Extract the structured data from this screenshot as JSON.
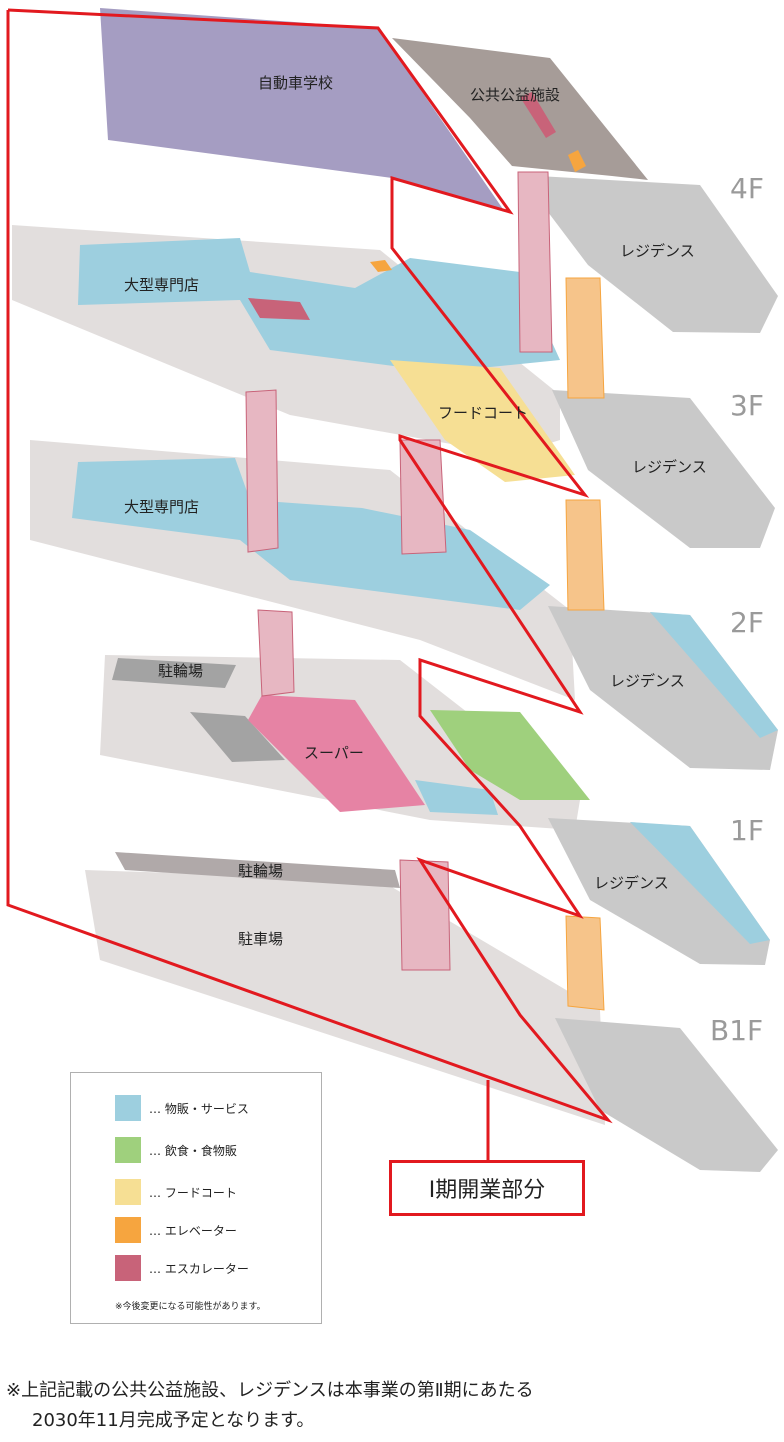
{
  "floors": {
    "f4": "4F",
    "f3": "3F",
    "f2": "2F",
    "f1": "1F",
    "b1": "B1F"
  },
  "areas": {
    "driving_school": "自動車学校",
    "public_facility": "公共公益施設",
    "residence_4f": "レジデンス",
    "specialty_3f": "大型専門店",
    "food_court": "フードコート",
    "residence_3f": "レジデンス",
    "specialty_2f": "大型専門店",
    "residence_2f": "レジデンス",
    "bike_parking_1f": "駐輪場",
    "supermarket": "スーパー",
    "residence_1f": "レジデンス",
    "bike_parking_b1": "駐輪場",
    "car_parking": "駐車場"
  },
  "legend": {
    "items": [
      {
        "label": "… 物販・サービス",
        "color": "#9dcfdf"
      },
      {
        "label": "… 飲食・食物販",
        "color": "#9fd07d"
      },
      {
        "label": "… フードコート",
        "color": "#f6df94"
      },
      {
        "label": "… エレベーター",
        "color": "#f6a53f"
      },
      {
        "label": "… エスカレーター",
        "color": "#c86379"
      }
    ],
    "note": "※今後変更になる可能性があります。"
  },
  "phase_label": "Ⅰ期開業部分",
  "footnote": {
    "line1": "※上記記載の公共公益施設、レジデンスは本事業の第Ⅱ期にあたる",
    "line2": "2030年11月完成予定となります。"
  },
  "colors": {
    "phase_outline": "#e2191f",
    "floor_gray": "#e2dedd",
    "residence_gray": "#c9c9c9",
    "public_facility": "#a69c98",
    "driving_school": "#a59dc2"
  }
}
